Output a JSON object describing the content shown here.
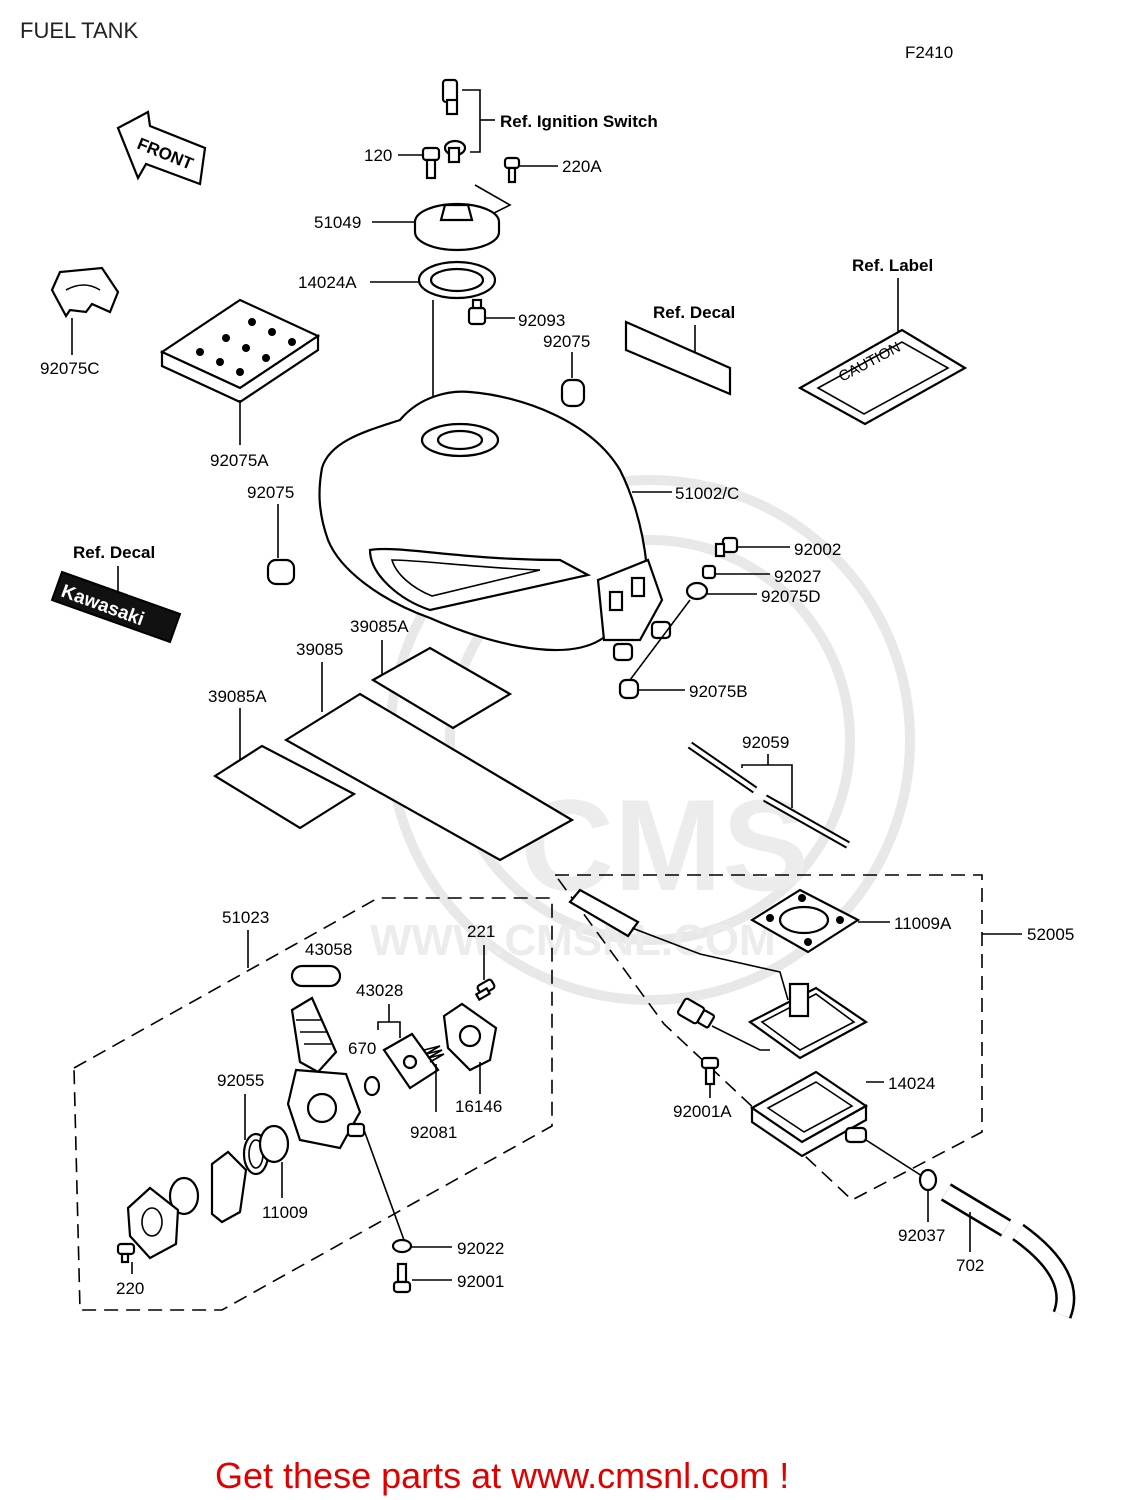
{
  "title": "FUEL TANK",
  "diagram_code": "F2410",
  "watermark": {
    "brand": "CMS",
    "url": "WWW.CMSNL.COM"
  },
  "decals": {
    "front_arrow": "FRONT",
    "brand": "Kawasaki",
    "caution": "CAUTION"
  },
  "labels": {
    "ref_ignition": "Ref. Ignition Switch",
    "ref_label": "Ref. Label",
    "ref_decal_top": "Ref. Decal",
    "ref_decal_left": "Ref. Decal",
    "p120": "120",
    "p220A": "220A",
    "p51049": "51049",
    "p14024A": "14024A",
    "p92093": "92093",
    "p92075_top": "92075",
    "p92075C": "92075C",
    "p92075A": "92075A",
    "p92075_left": "92075",
    "p51002C": "51002/C",
    "p92002": "92002",
    "p92027": "92027",
    "p92075D": "92075D",
    "p92075B": "92075B",
    "p39085A_top": "39085A",
    "p39085": "39085",
    "p39085A_left": "39085A",
    "p92059": "92059",
    "p51023": "51023",
    "p43058": "43058",
    "p221": "221",
    "p43028": "43028",
    "p670": "670",
    "p92055": "92055",
    "p16146": "16146",
    "p92081": "92081",
    "p11009": "11009",
    "p220": "220",
    "p92022": "92022",
    "p92001": "92001",
    "p11009A": "11009A",
    "p52005": "52005",
    "p14024": "14024",
    "p92001A": "92001A",
    "p92037": "92037",
    "p702": "702"
  },
  "footer_cta": "Get these parts at www.cmsnl.com !",
  "colors": {
    "cta": "#e00000",
    "line": "#000000",
    "watermark": "#e8e8e8"
  }
}
